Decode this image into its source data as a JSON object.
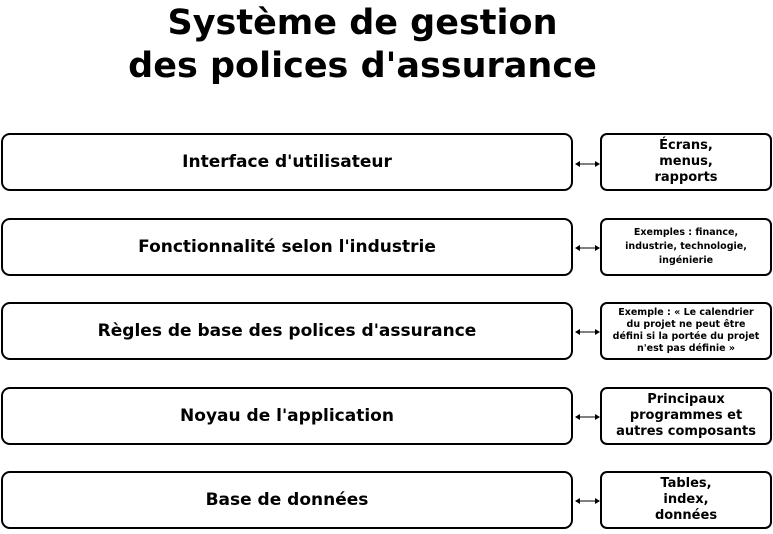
{
  "title": {
    "line1": "Système de gestion",
    "line2": "des polices d'assurance"
  },
  "layers": [
    {
      "label": "Interface d'utilisateur",
      "note": [
        "Écrans,",
        "menus,",
        "rapports"
      ]
    },
    {
      "label": "Fonctionnalité selon l'industrie",
      "note": [
        "Exemples : finance,",
        "industrie, technologie,",
        "ingénierie"
      ]
    },
    {
      "label": "Règles de base des polices d'assurance",
      "note": [
        "Exemple : « Le calendrier",
        "du projet ne peut être",
        "défini si la portée du projet",
        "n'est pas définie »"
      ]
    },
    {
      "label": "Noyau de l'application",
      "note": [
        "Principaux",
        "programmes et",
        "autres composants"
      ]
    },
    {
      "label": "Base de données",
      "note": [
        "Tables,",
        "index,",
        "données"
      ]
    }
  ]
}
